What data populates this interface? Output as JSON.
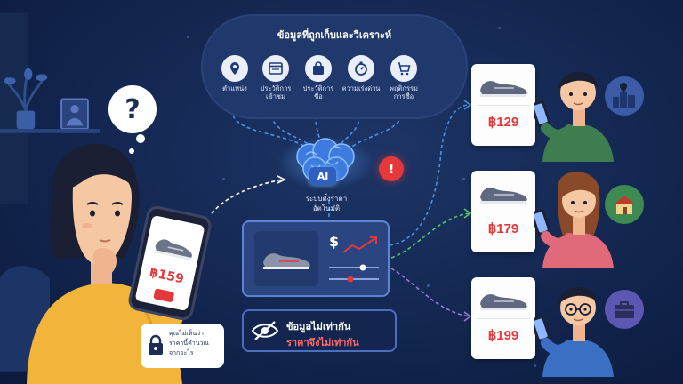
{
  "header": {
    "title": "ข้อมูลที่ถูกเก็บและวิเคราะห์"
  },
  "data_categories": [
    {
      "icon": "location-pin-icon",
      "label": "ตำแหน่ง"
    },
    {
      "icon": "browser-history-icon",
      "label": "ประวัติการ\nเข้าชม"
    },
    {
      "icon": "shopping-bag-icon",
      "label": "ประวัติการ\nซื้อ"
    },
    {
      "icon": "stopwatch-icon",
      "label": "ความเร่งด่วน"
    },
    {
      "icon": "shopping-cart-icon",
      "label": "พฤติกรรม\nการซื้อ"
    }
  ],
  "ai": {
    "badge": "AI",
    "caption": "ระบบตั้งราคา\nอัตโนมัติ"
  },
  "dashboard": {
    "currency_symbol": "$"
  },
  "message": {
    "line1": "ข้อมูลไม่เท่ากัน",
    "line2": "ราคาจึงไม่เท่ากัน"
  },
  "left_user": {
    "question_mark": "?",
    "phone_price": "฿159",
    "note": "คุณไม่เห็นว่า\nราคานี้คำนวณ\nจากอะไร"
  },
  "customers": [
    {
      "price": "฿129",
      "badge_icon": "city-location-icon",
      "shirt_color": "#3e7d4f",
      "badge_color": "#3d5ca8"
    },
    {
      "price": "฿179",
      "badge_icon": "house-icon",
      "shirt_color": "#e06a7a",
      "badge_color": "#3f8a52"
    },
    {
      "price": "฿199",
      "badge_icon": "briefcase-icon",
      "shirt_color": "#3a6fc4",
      "badge_color": "#5b57b3"
    }
  ],
  "colors": {
    "accent_red": "#e5383b",
    "background": "#132650",
    "link_blue": "#4a8fe7",
    "link_green": "#58c26a",
    "link_purple": "#9a7bd8"
  }
}
